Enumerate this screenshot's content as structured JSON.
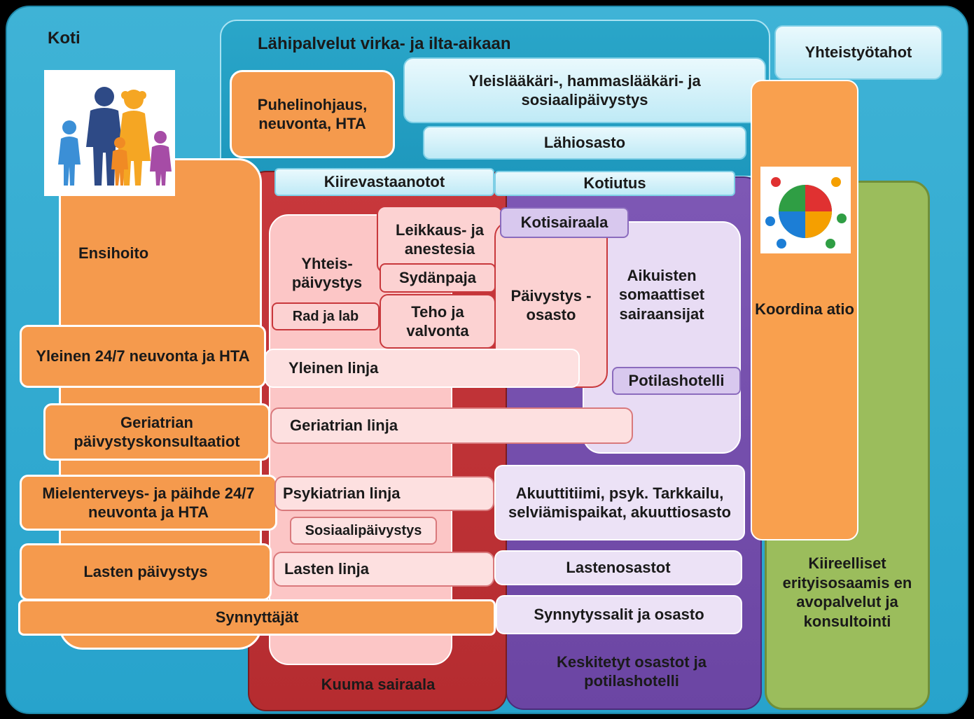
{
  "regions": {
    "koti": "Koti",
    "lahipalvelut": "Lähipalvelut virka- ja ilta-aikaan",
    "kuuma_sairaala": "Kuuma sairaala",
    "keskitetyt": "Keskitetyt osastot ja potilashotelli",
    "kiireelliset": "Kiireelliset erityisosaamis en avopalvelut ja konsultointi",
    "ensihoito": "Ensihoito",
    "koordinatio": "Koordina atio"
  },
  "boxes": {
    "yhteistyotahot": "Yhteistyötahot",
    "yleislaakari": "Yleislääkäri-, hammaslääkäri- ja sosiaalipäivystys",
    "lahiosasto": "Lähiosasto",
    "puhelinohjaus": "Puhelinohjaus, neuvonta, HTA",
    "kiirevastaanotot": "Kiirevastaanotot",
    "kotiutus": "Kotiutus",
    "yhteispaivystys": "Yhteis-päivystys",
    "leikkaus": "Leikkaus- ja anestesia",
    "kotisairaala": "Kotisairaala",
    "sydanpaja": "Sydänpaja",
    "rad_lab": "Rad ja lab",
    "teho": "Teho ja valvonta",
    "paivystysosasto": "Päivystys -osasto",
    "aikuisten": "Aikuisten somaattiset sairaansijat",
    "potilashotelli": "Potilashotelli",
    "yleinen_neuvonta": "Yleinen 24/7 neuvonta ja HTA",
    "yleinen_linja": "Yleinen linja",
    "geriatrian_konsult": "Geriatrian päivystyskonsultaatiot",
    "geriatrian_linja": "Geriatrian linja",
    "mielenterveys": "Mielenterveys- ja päihde 24/7 neuvonta ja HTA",
    "psykiatrian_linja": "Psykiatrian linja",
    "akuuttitiimi": "Akuuttitiimi, psyk. Tarkkailu, selviämispaikat, akuuttiosasto",
    "sosiaalipaivystys": "Sosiaalipäivystys",
    "lasten_paivystys": "Lasten päivystys",
    "lasten_linja": "Lasten linja",
    "lastenosastot": "Lastenosastot",
    "synnyttajat": "Synnyttäjät",
    "synnytyssalit": "Synnytyssalit ja osasto"
  },
  "icons": {
    "family": "family-icon",
    "puzzle": "puzzle-people-icon"
  }
}
